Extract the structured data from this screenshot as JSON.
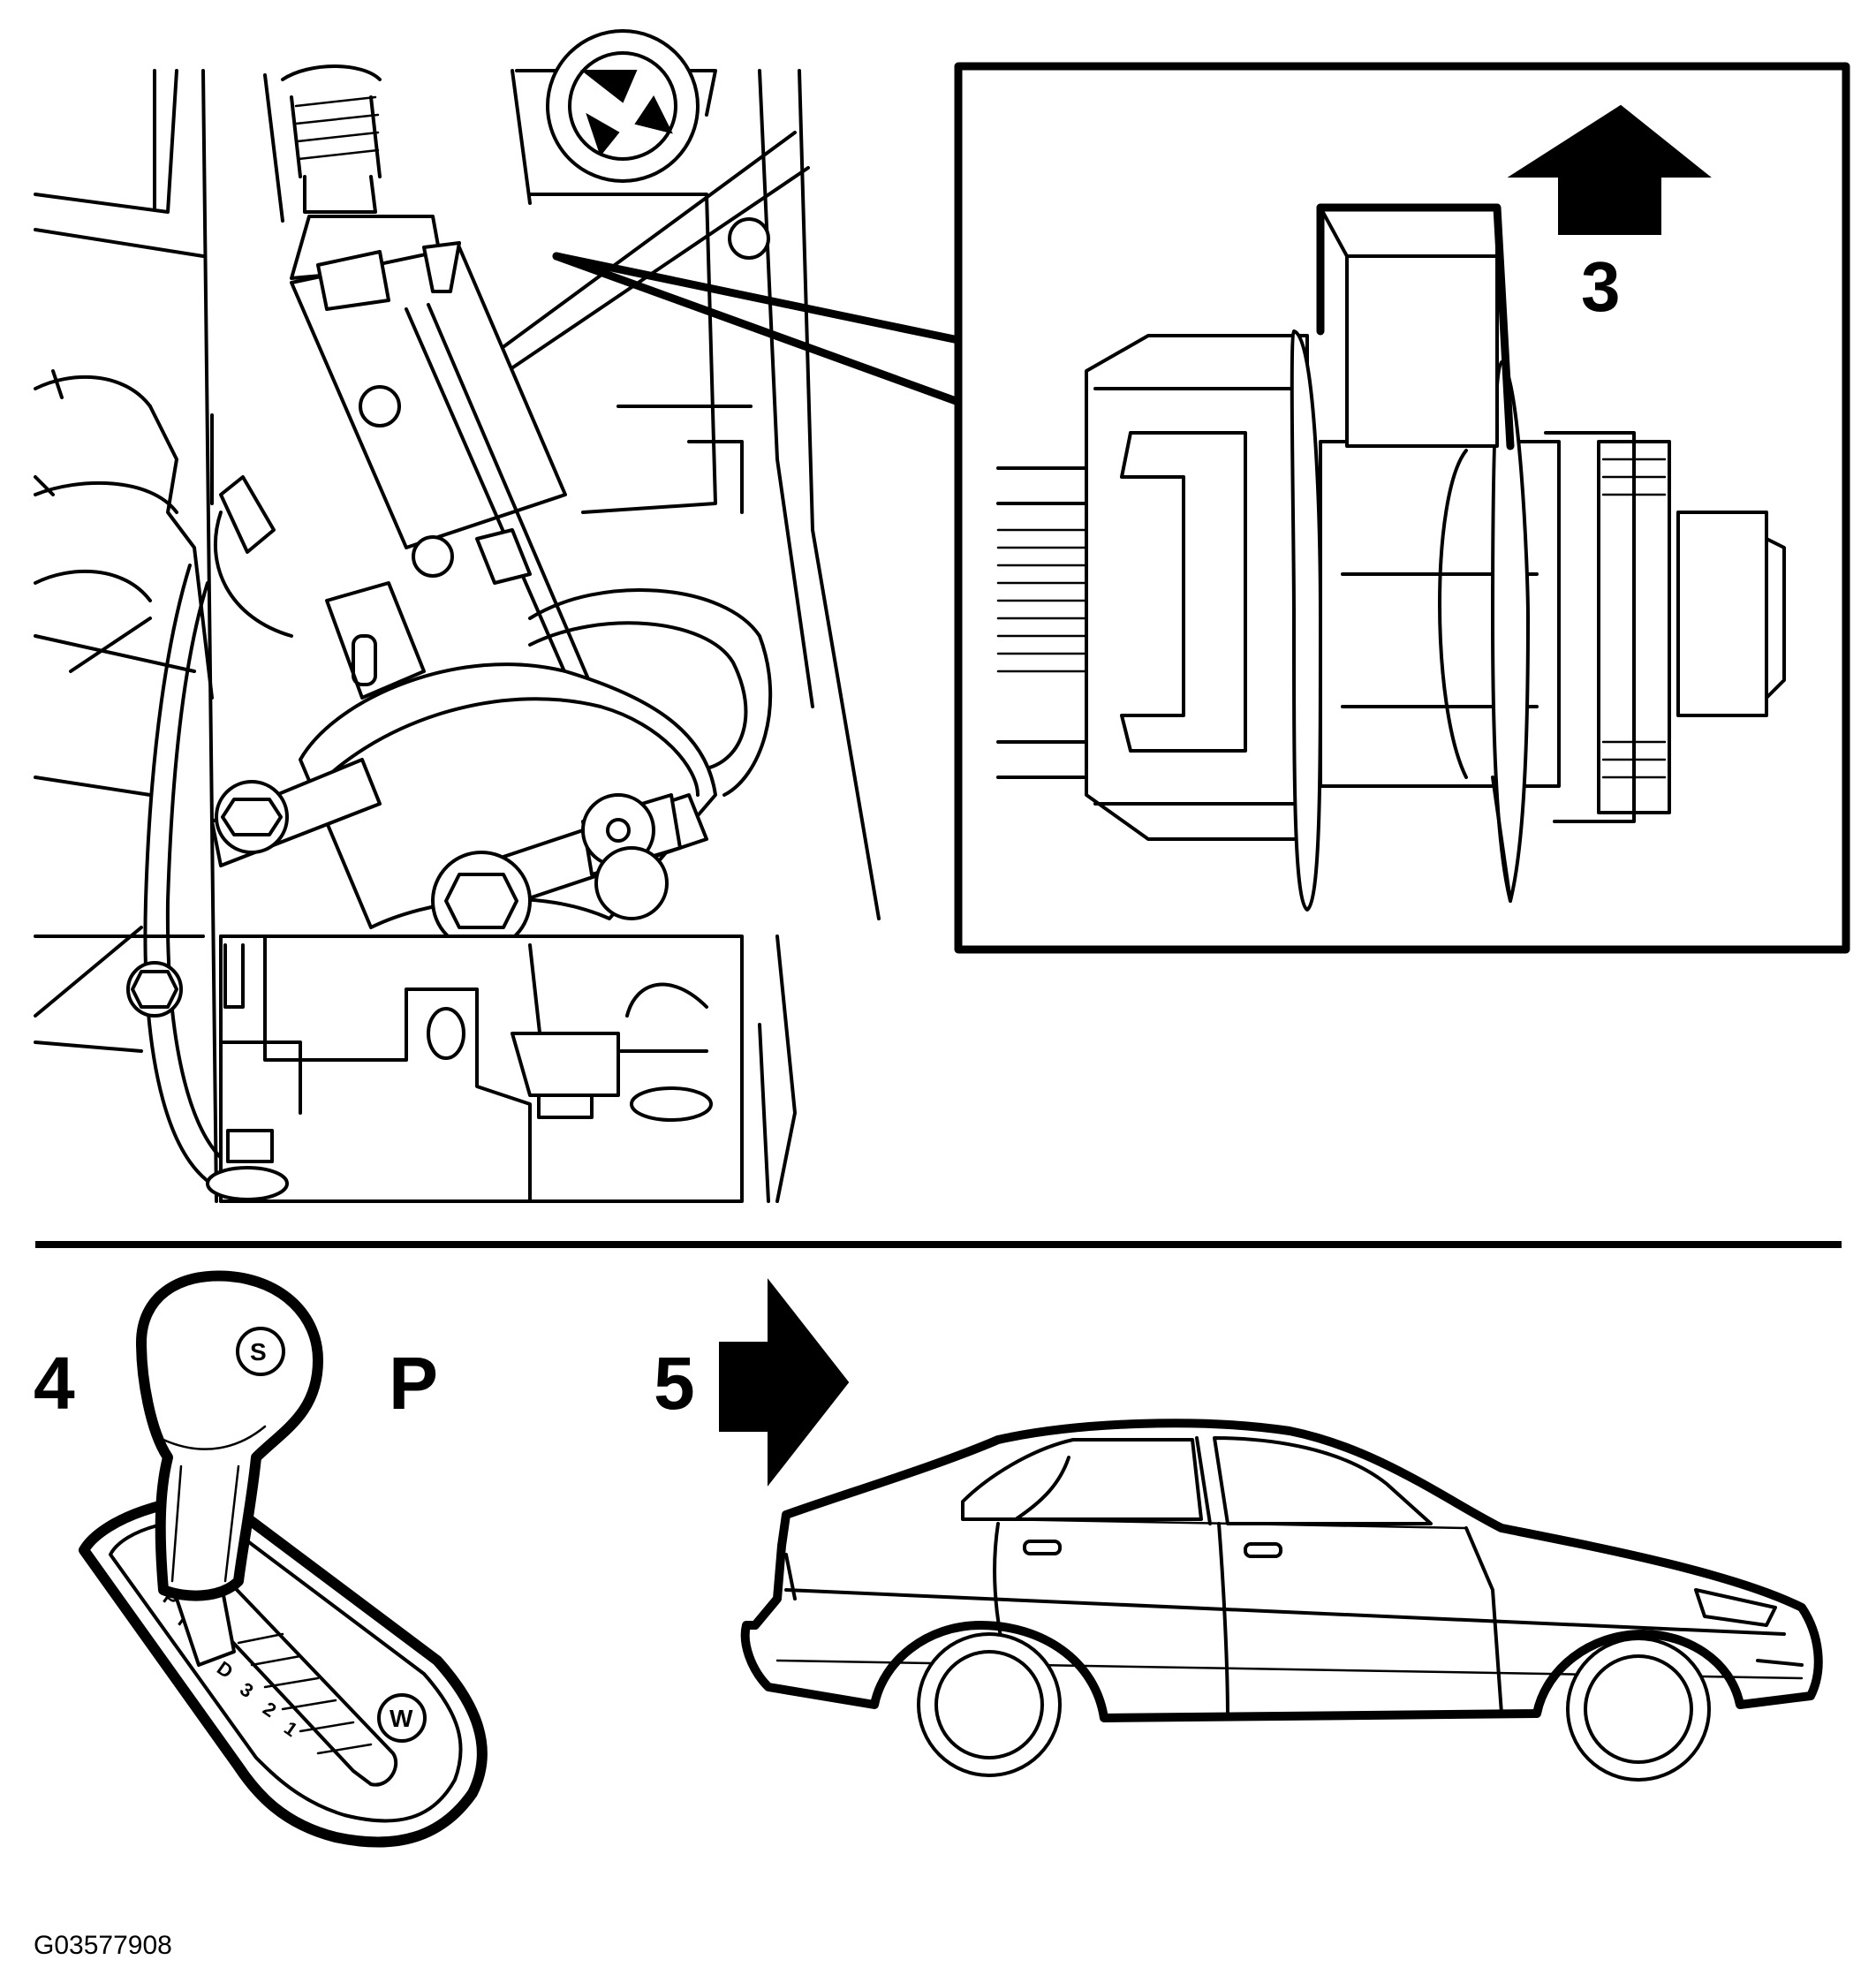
{
  "figure": {
    "callouts": {
      "step_3": "3",
      "step_4": "4",
      "step_5": "5",
      "gear_position": "P"
    },
    "gear_gate_letters": [
      "P",
      "R",
      "N",
      "D",
      "3",
      "2",
      "1"
    ],
    "knob_buttons": {
      "top": "S",
      "bottom": "W"
    },
    "figure_code": "G03577908"
  }
}
